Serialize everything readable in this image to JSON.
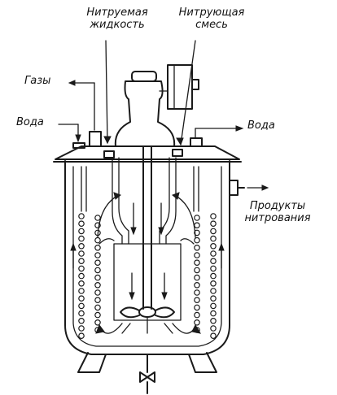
{
  "labels": {
    "nitrated_liquid": [
      "Нитруемая",
      "жидкость"
    ],
    "nitrating_mixture": [
      "Нитрующая",
      "смесь"
    ],
    "gases": "Газы",
    "water_in": "Вода",
    "water_out": "Вода",
    "products": [
      "Продукты",
      "нитрования"
    ]
  },
  "icons": {
    "motor": "electric-motor-icon",
    "stirrer": "propeller-stirrer-icon",
    "valve": "drain-valve-icon"
  }
}
